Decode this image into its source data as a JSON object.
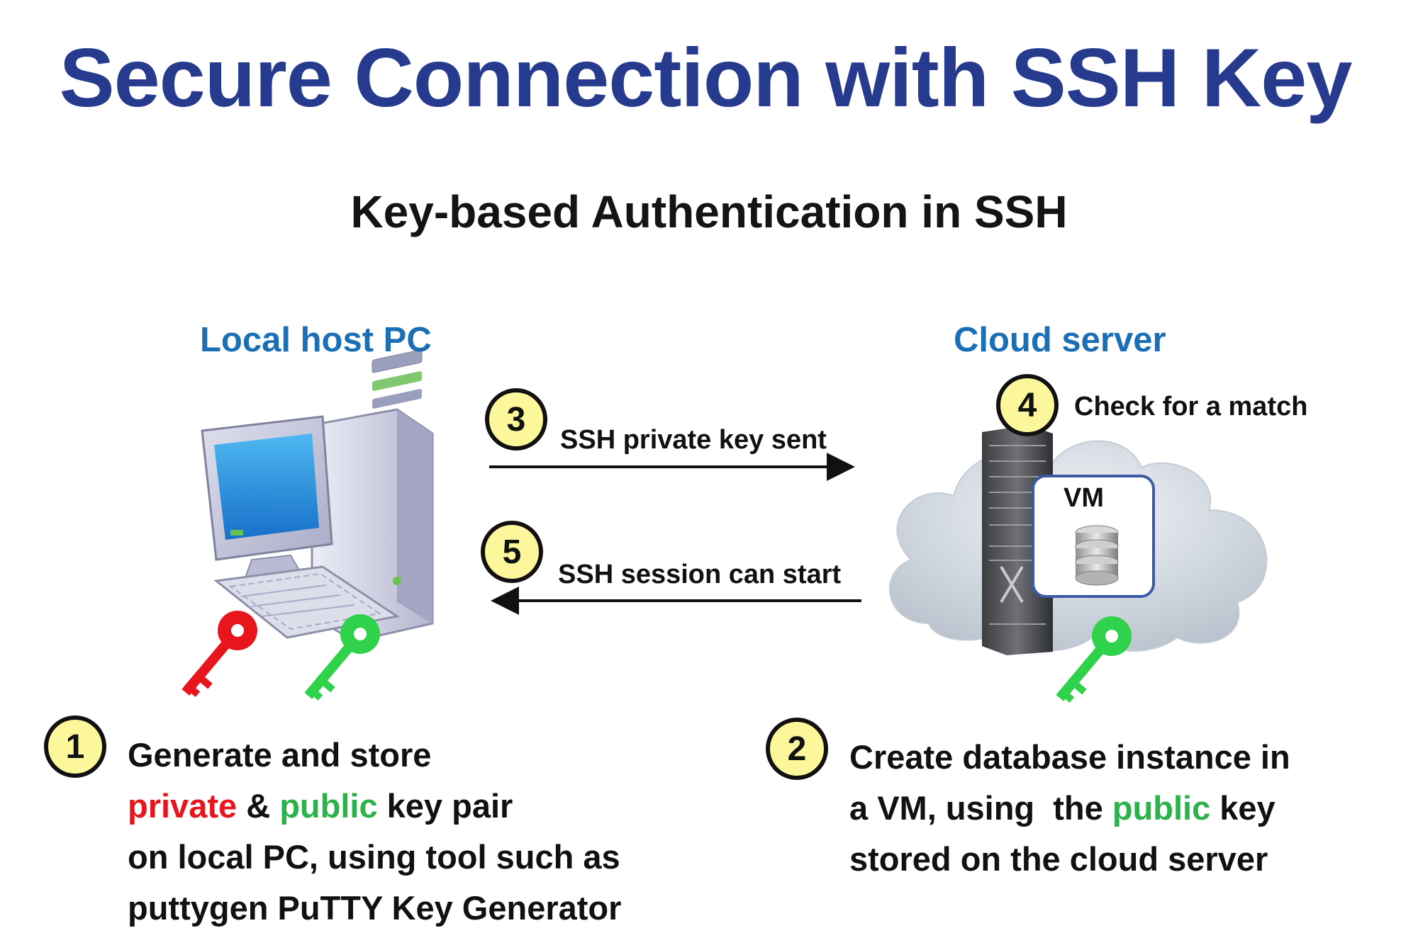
{
  "title": "Secure Connection with SSH Key",
  "subtitle": "Key-based Authentication in SSH",
  "local": {
    "label": "Local host PC"
  },
  "cloud": {
    "label": "Cloud server",
    "vm_label": "VM"
  },
  "steps": {
    "s1": {
      "number": "1",
      "line1": "Generate and store",
      "private_word": "private",
      "amp": " & ",
      "public_word": "public",
      "line2_rest": " key pair",
      "line3": "on local PC, using tool such as",
      "line4": "puttygen PuTTY Key Generator"
    },
    "s2": {
      "number": "2",
      "line1": "Create database instance in",
      "line2_pre": "a VM, using  the ",
      "public_word": "public",
      "line2_post": " key",
      "line3": "stored on the cloud server"
    },
    "s3": {
      "number": "3",
      "text": "SSH private key sent"
    },
    "s4": {
      "number": "4",
      "text": "Check for a match"
    },
    "s5": {
      "number": "5",
      "text": "SSH session  can start"
    }
  },
  "colors": {
    "title": "#263a8e",
    "side_label": "#1b6fb4",
    "private_key": "#e8161c",
    "public_key": "#2bb34a",
    "badge_fill": "#fcf79a"
  }
}
